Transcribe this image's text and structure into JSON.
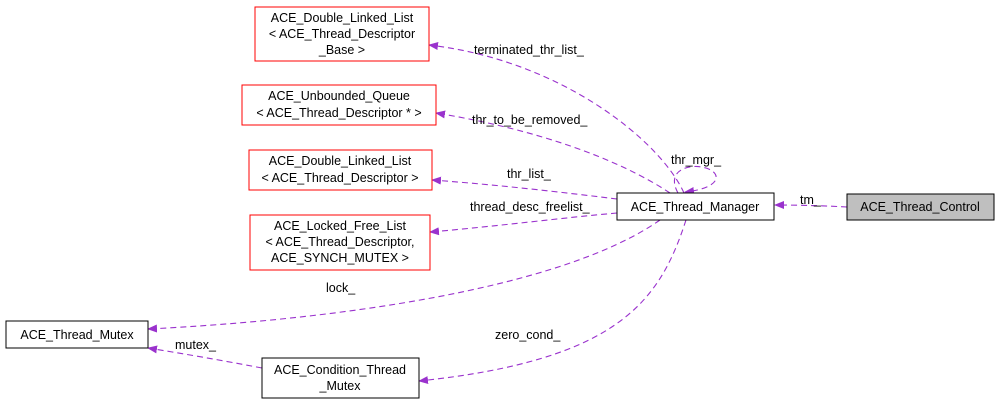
{
  "colors": {
    "edge": "#9a32cd",
    "template_border": "#ff0000",
    "plain_border": "#000000",
    "focus_fill": "#bfbfbf"
  },
  "nodes": {
    "dll_base": {
      "lines": [
        "ACE_Double_Linked_List",
        "< ACE_Thread_Descriptor",
        "_Base >"
      ],
      "kind": "template"
    },
    "unbounded_queue": {
      "lines": [
        "ACE_Unbounded_Queue",
        "< ACE_Thread_Descriptor * >"
      ],
      "kind": "template"
    },
    "dll_desc": {
      "lines": [
        "ACE_Double_Linked_List",
        "< ACE_Thread_Descriptor >"
      ],
      "kind": "template"
    },
    "locked_free_list": {
      "lines": [
        "ACE_Locked_Free_List",
        "< ACE_Thread_Descriptor,",
        "ACE_SYNCH_MUTEX >"
      ],
      "kind": "template"
    },
    "thread_manager": {
      "lines": [
        "ACE_Thread_Manager"
      ],
      "kind": "plain"
    },
    "thread_control": {
      "lines": [
        "ACE_Thread_Control"
      ],
      "kind": "focus"
    },
    "thread_mutex": {
      "lines": [
        "ACE_Thread_Mutex"
      ],
      "kind": "plain"
    },
    "condition_mutex": {
      "lines": [
        "ACE_Condition_Thread",
        "_Mutex"
      ],
      "kind": "plain"
    }
  },
  "edges": {
    "terminated_thr_list": "terminated_thr_list_",
    "thr_to_be_removed": "thr_to_be_removed_",
    "thr_list": "thr_list_",
    "thread_desc_freelist": "thread_desc_freelist_",
    "thr_mgr": "thr_mgr_",
    "tm": "tm_",
    "lock": "lock_",
    "zero_cond": "zero_cond_",
    "mutex": "mutex_"
  }
}
